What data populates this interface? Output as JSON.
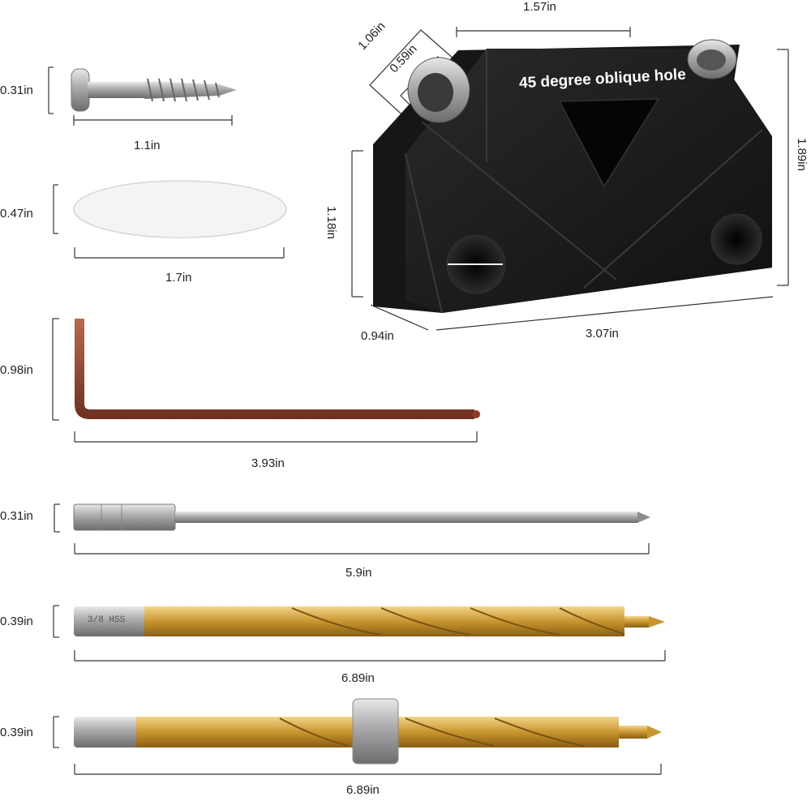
{
  "screw": {
    "height": "0.31in",
    "length": "1.1in"
  },
  "dowel": {
    "height": "0.47in",
    "length": "1.7in"
  },
  "hex_key": {
    "height": "0.98in",
    "length": "3.93in"
  },
  "screwdriver_bit": {
    "height": "0.31in",
    "length": "5.9in"
  },
  "drill_bit_1": {
    "height": "0.39in",
    "length": "6.89in",
    "engraving": "3/8 HSS"
  },
  "drill_bit_2": {
    "height": "0.39in",
    "length": "6.89in"
  },
  "jig": {
    "top_label": "45 degree oblique hole",
    "top_width": "1.57in",
    "collar_outer": "1.06in",
    "collar_inner": "0.59in",
    "height_right": "1.89in",
    "height_left": "1.18in",
    "depth": "0.94in",
    "length": "3.07in"
  }
}
